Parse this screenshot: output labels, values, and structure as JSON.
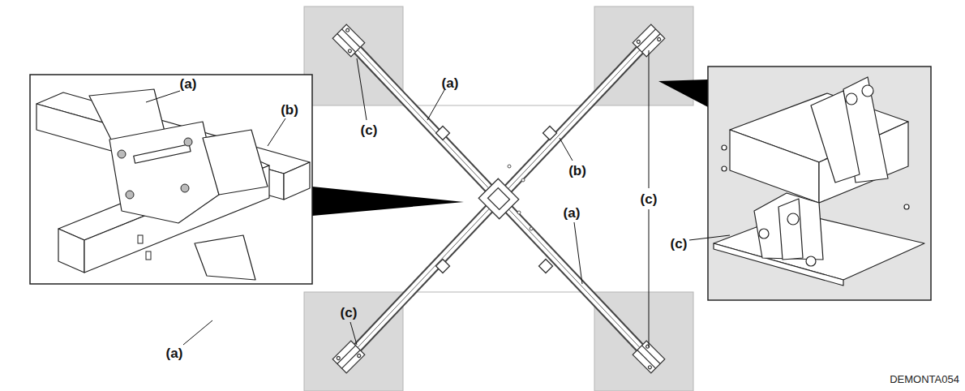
{
  "diagram": {
    "labels": [
      "(a)",
      "(b)",
      "(c)",
      "(a)",
      "(b)",
      "(c)",
      "(c)",
      "(a)",
      "(c)",
      "(a)",
      "DEMONTA054"
    ]
  }
}
